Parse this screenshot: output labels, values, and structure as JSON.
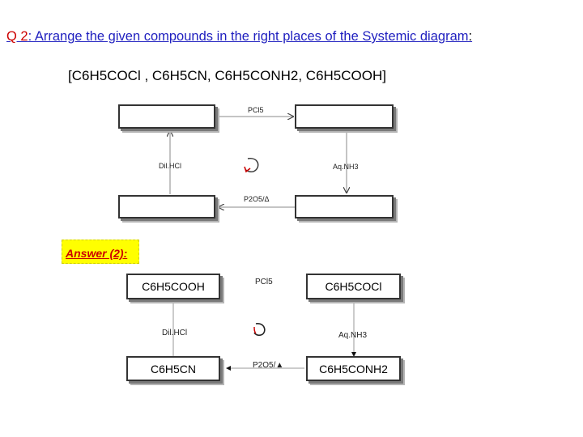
{
  "question": {
    "number": "Q 2",
    "text": ": Arrange the given compounds in the right places of the Systemic diagram",
    "colon": ":",
    "compounds": "[C6H5COCl , C6H5CN, C6H5CONH2, C6H5COOH]"
  },
  "diagram": {
    "top_label": "PCl5",
    "left_label": "Dil.HCl",
    "right_label": "Aq.NH3",
    "bottom_label": "P2O5/Δ"
  },
  "answer": {
    "title": "Answer (2):",
    "top_left": "C6H5COOH",
    "top_right": "C6H5COCl",
    "bottom_left": "C6H5CN",
    "bottom_right": "C6H5CONH2",
    "top_label": "PCl5",
    "left_label": "Dil.HCl",
    "right_label": "Aq.NH3",
    "bottom_label": "P2O5/▲"
  },
  "colors": {
    "question_text": "#1f1fbf",
    "question_number": "#cc0000",
    "answer_bg": "#ffff00",
    "answer_text": "#cc0000",
    "cycle_arrow_tip": "#cc0000"
  }
}
